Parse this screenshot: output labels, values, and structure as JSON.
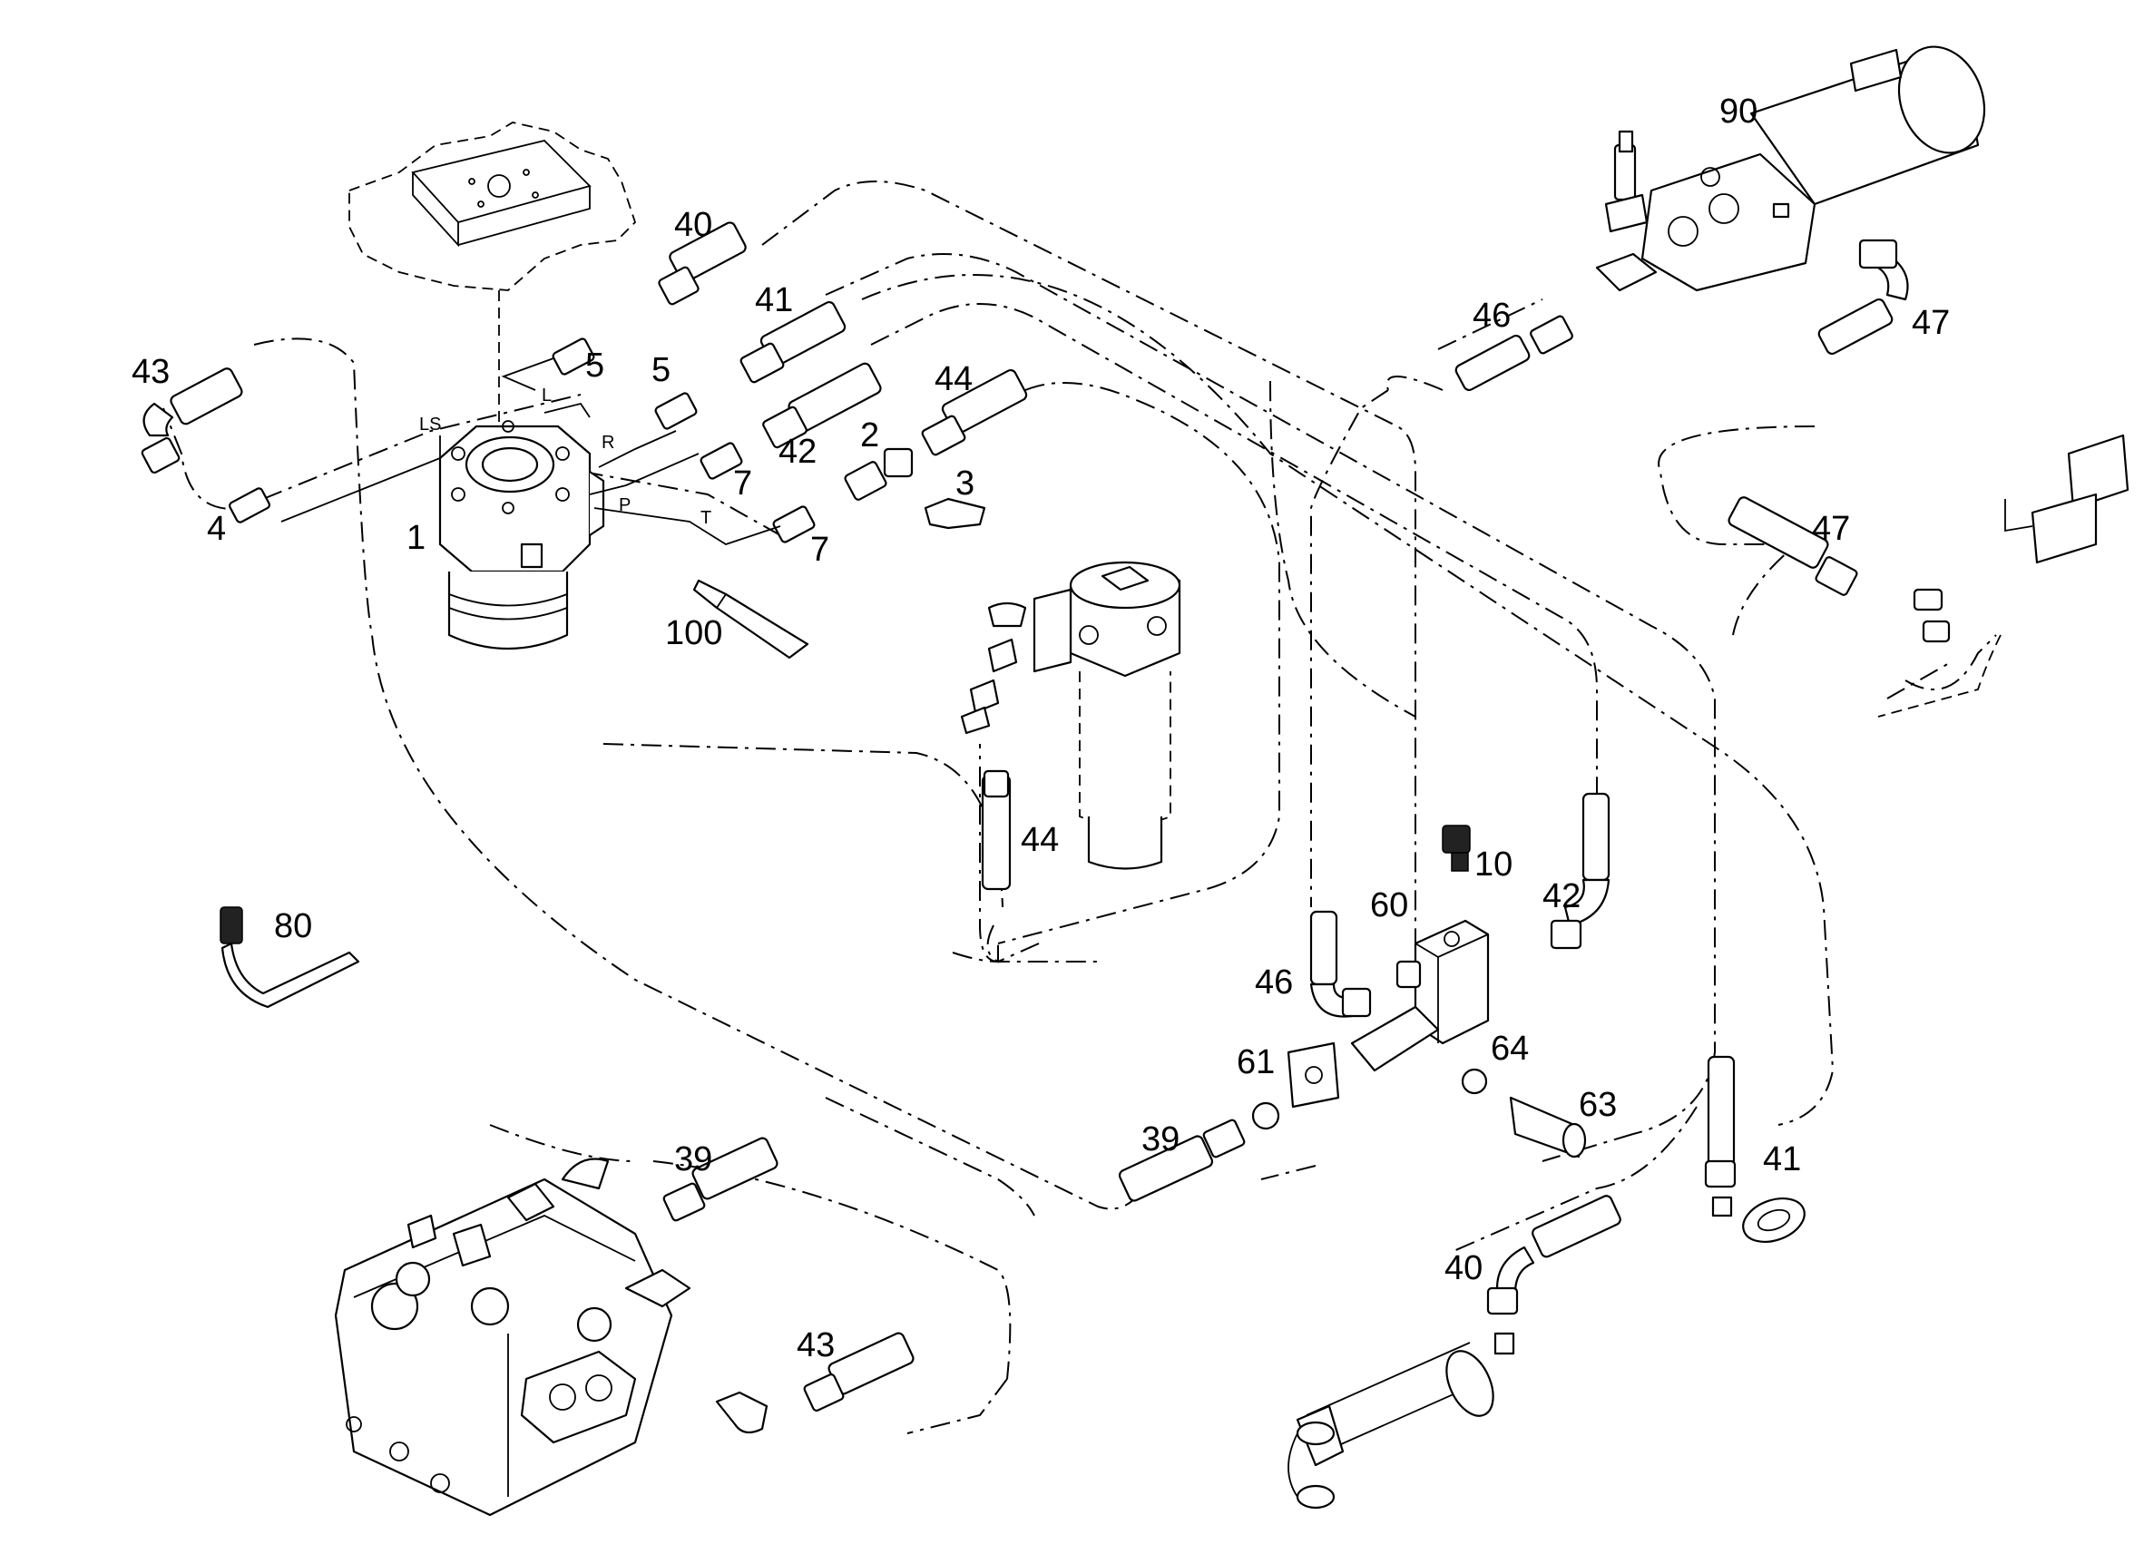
{
  "callouts": {
    "c1": "1",
    "c2": "2",
    "c3": "3",
    "c4": "4",
    "c5a": "5",
    "c5b": "5",
    "c7a": "7",
    "c7b": "7",
    "c10": "10",
    "c39": "39",
    "c40a": "40",
    "c40b": "40",
    "c41a": "41",
    "c41b": "41",
    "c42a": "42",
    "c42b": "42",
    "c43a": "43",
    "c43b": "43",
    "c44a": "44",
    "c44b": "44",
    "c46a": "46",
    "c46b": "46",
    "c47a": "47",
    "c47b": "47",
    "c60": "60",
    "c61": "61",
    "c63": "63",
    "c64": "64",
    "c80": "80",
    "c90": "90",
    "c100": "100"
  },
  "ports": {
    "ls": "LS",
    "l": "L",
    "r": "R",
    "p": "P",
    "t": "T"
  }
}
